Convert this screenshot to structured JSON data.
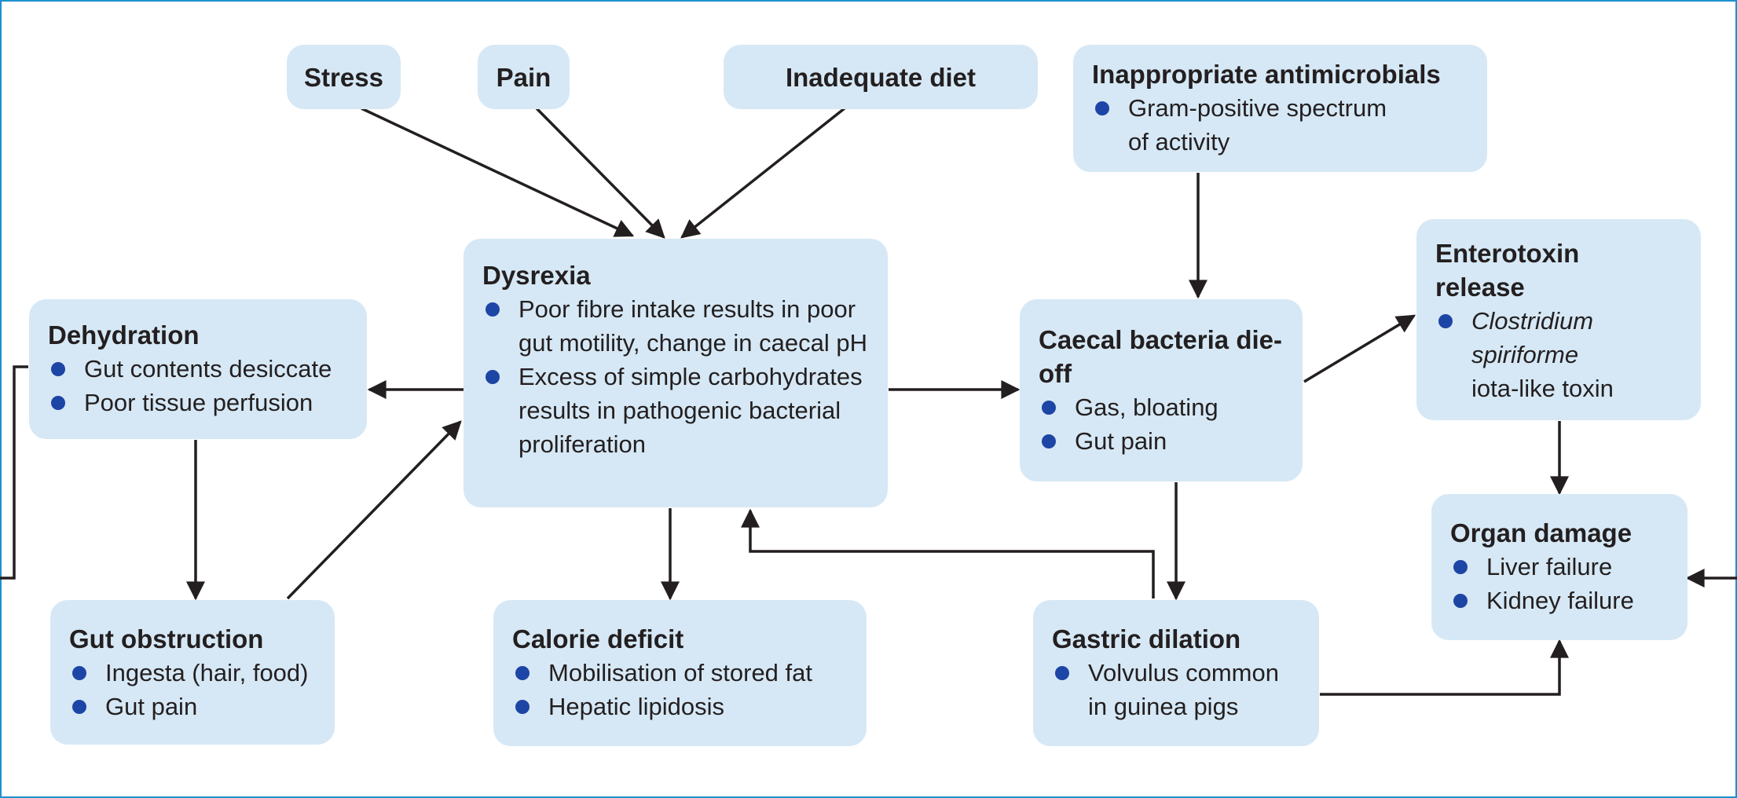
{
  "boxes": {
    "stress": {
      "title": "Stress"
    },
    "pain": {
      "title": "Pain"
    },
    "inadequate_diet": {
      "title": "Inadequate diet"
    },
    "antimicrobials": {
      "title": "Inappropriate antimicrobials",
      "bullets": [
        "Gram-positive spectrum of activity"
      ]
    },
    "dysrexia": {
      "title": "Dysrexia",
      "bullets": [
        "Poor fibre intake results in poor gut motility, change in caecal pH",
        "Excess of simple carbohydrates results in pathogenic bacterial proliferation"
      ]
    },
    "dehydration": {
      "title": "Dehydration",
      "bullets": [
        "Gut contents desiccate",
        "Poor tissue perfusion"
      ]
    },
    "caecal": {
      "title": "Caecal bacteria die-off",
      "bullets": [
        "Gas, bloating",
        "Gut pain"
      ]
    },
    "enterotoxin": {
      "title": "Enterotoxin release",
      "bullet_italic": "Clostridium spiriforme",
      "bullet_rest": "iota-like toxin"
    },
    "gut_obstruction": {
      "title": "Gut obstruction",
      "bullets": [
        "Ingesta (hair, food)",
        "Gut pain"
      ]
    },
    "calorie": {
      "title": "Calorie deficit",
      "bullets": [
        "Mobilisation of stored fat",
        "Hepatic lipidosis"
      ]
    },
    "gastric": {
      "title": "Gastric dilation",
      "bullets": [
        "Volvulus common in guinea pigs"
      ]
    },
    "organ": {
      "title": "Organ damage",
      "bullets": [
        "Liver failure",
        "Kidney failure"
      ]
    }
  },
  "colors": {
    "box_fill": "#d6e8f5",
    "bullet": "#1d45a5",
    "frame": "#1f8fd0",
    "arrow": "#231f20"
  }
}
